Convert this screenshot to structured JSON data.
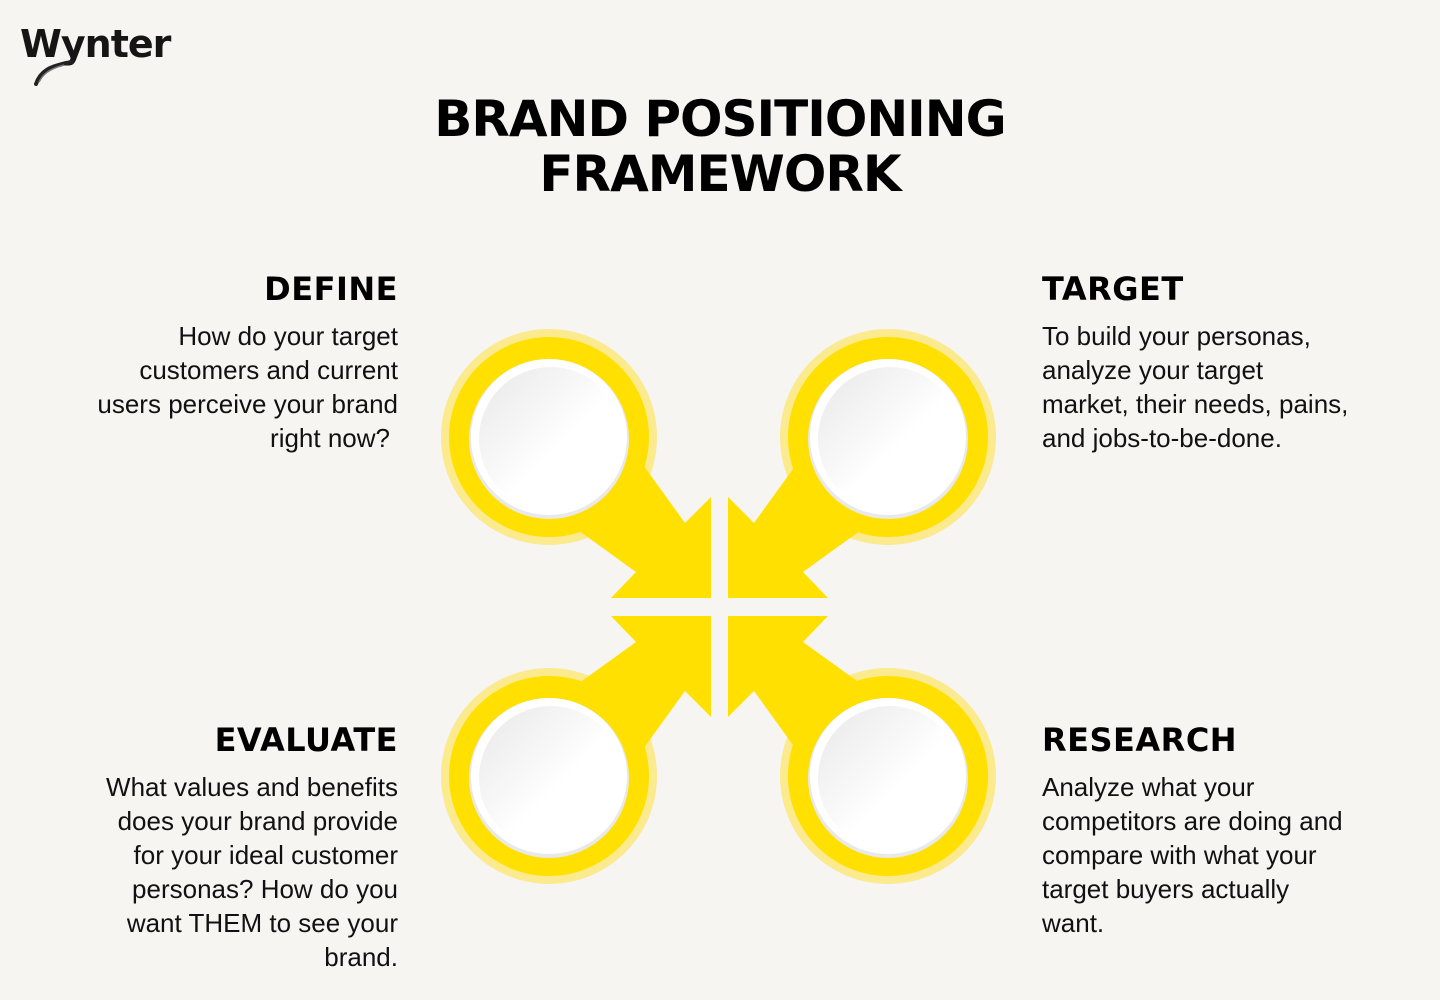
{
  "logo": {
    "text": "Wynter"
  },
  "title": {
    "line1": "BRAND POSITIONING",
    "line2": "FRAMEWORK"
  },
  "colors": {
    "background": "#F6F5F2",
    "accent_yellow": "#FFE000",
    "ring_pale_yellow": "#FBEA8E",
    "text": "#000000"
  },
  "quadrants": {
    "define": {
      "heading": "DEFINE",
      "lines": [
        "How do your target",
        "customers and current",
        "users perceive your brand",
        "right now?"
      ]
    },
    "target": {
      "heading": "TARGET",
      "lines": [
        "To build your personas,",
        "analyze your target",
        "market, their needs, pains,",
        "and jobs-to-be-done."
      ]
    },
    "evaluate": {
      "heading": "EVALUATE",
      "lines": [
        "What values and benefits",
        "does your brand provide",
        "for your ideal customer",
        "personas? How do you",
        "want THEM to see your",
        "brand."
      ]
    },
    "research": {
      "heading": "RESEARCH",
      "lines": [
        "Analyze what your",
        "competitors are doing and",
        "compare with what your",
        "target buyers actually",
        "want."
      ]
    }
  }
}
